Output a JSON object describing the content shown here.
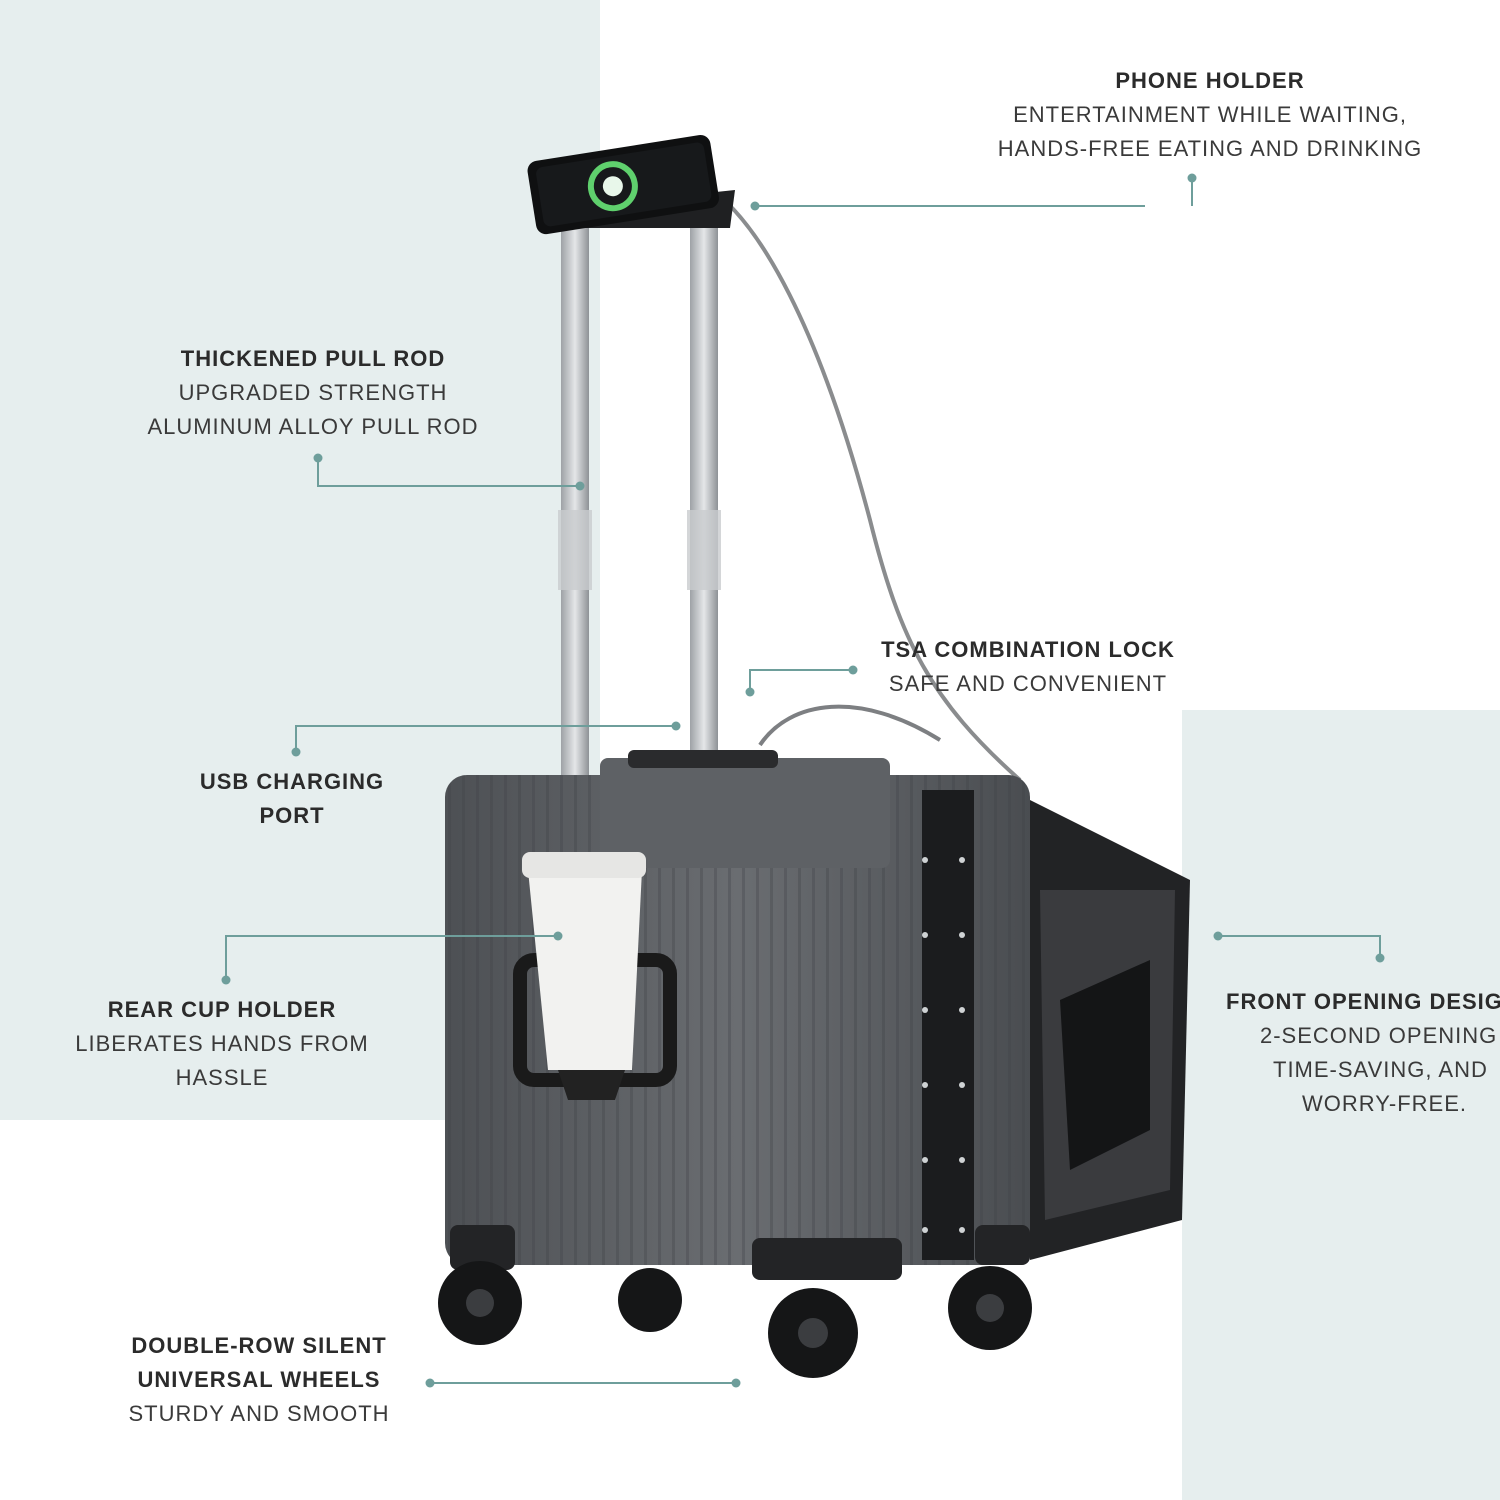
{
  "callouts": {
    "phone_holder": {
      "title": "PHONE HOLDER",
      "desc": [
        "ENTERTAINMENT WHILE WAITING,",
        "HANDS-FREE EATING AND DRINKING"
      ]
    },
    "pull_rod": {
      "title": "THICKENED PULL ROD",
      "desc": [
        "UPGRADED STRENGTH",
        "ALUMINUM ALLOY PULL ROD"
      ]
    },
    "tsa_lock": {
      "title": "TSA COMBINATION LOCK",
      "desc": [
        "SAFE AND CONVENIENT"
      ]
    },
    "usb_port": {
      "title": [
        "USB CHARGING",
        "PORT"
      ]
    },
    "cup_holder": {
      "title": "REAR CUP HOLDER",
      "desc": [
        "LIBERATES HANDS FROM",
        "HASSLE"
      ]
    },
    "front_opening": {
      "title": "FRONT OPENING DESIG",
      "desc": [
        "2-SECOND OPENING",
        "TIME-SAVING, AND",
        "WORRY-FREE."
      ]
    },
    "wheels": {
      "title": [
        "DOUBLE-ROW SILENT",
        "UNIVERSAL WHEELS"
      ],
      "desc": [
        "STURDY AND SMOOTH"
      ]
    }
  },
  "colors": {
    "accent": "#6e9e9b",
    "panel": "#e6eeee",
    "shell": "#5c5f63"
  }
}
